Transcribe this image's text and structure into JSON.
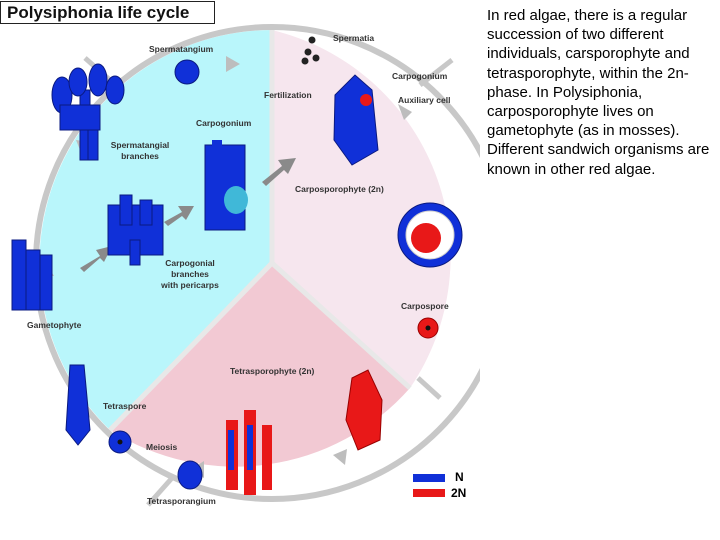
{
  "title": "Polysiphonia life cycle",
  "description": "In red algae, there is a regular succession of two different individuals, carsporophyte and tetrasporophyte, within the 2n-phase. In Polysiphonia, carposporophyte lives on gametophyte (as in mosses). Different sandwich organisms are known in other red algae.",
  "labels": {
    "spermatangium": "Spermatangium",
    "spermatia": "Spermatia",
    "carpogonium_top": "Carpogonium",
    "auxiliary_cell": "Auxiliary cell",
    "fertilization": "Fertilization",
    "carpogonium_mid": "Carpogonium",
    "spermatangial_branches_1": "Spermatangial",
    "spermatangial_branches_2": "branches",
    "carposporophyte": "Carposporophyte (2n)",
    "carpogonial_1": "Carpogonial",
    "carpogonial_2": "branches",
    "carpogonial_3": "with pericarps",
    "gametophyte": "Gametophyte",
    "carpospore": "Carpospore",
    "tetrasporophyte": "Tetrasporophyte (2n)",
    "tetraspore": "Tetraspore",
    "meiosis": "Meiosis",
    "tetrasporangium": "Tetrasporangium"
  },
  "legend": {
    "n_label": "N",
    "n2_label": "2N",
    "n_color": "#1030d8",
    "n2_color": "#e81818"
  },
  "colors": {
    "haploid_sector": "#b9f6fb",
    "carpo_sector": "#f6e6ee",
    "tetra_sector": "#f2c9d3",
    "ring": "#c8c8c8"
  }
}
